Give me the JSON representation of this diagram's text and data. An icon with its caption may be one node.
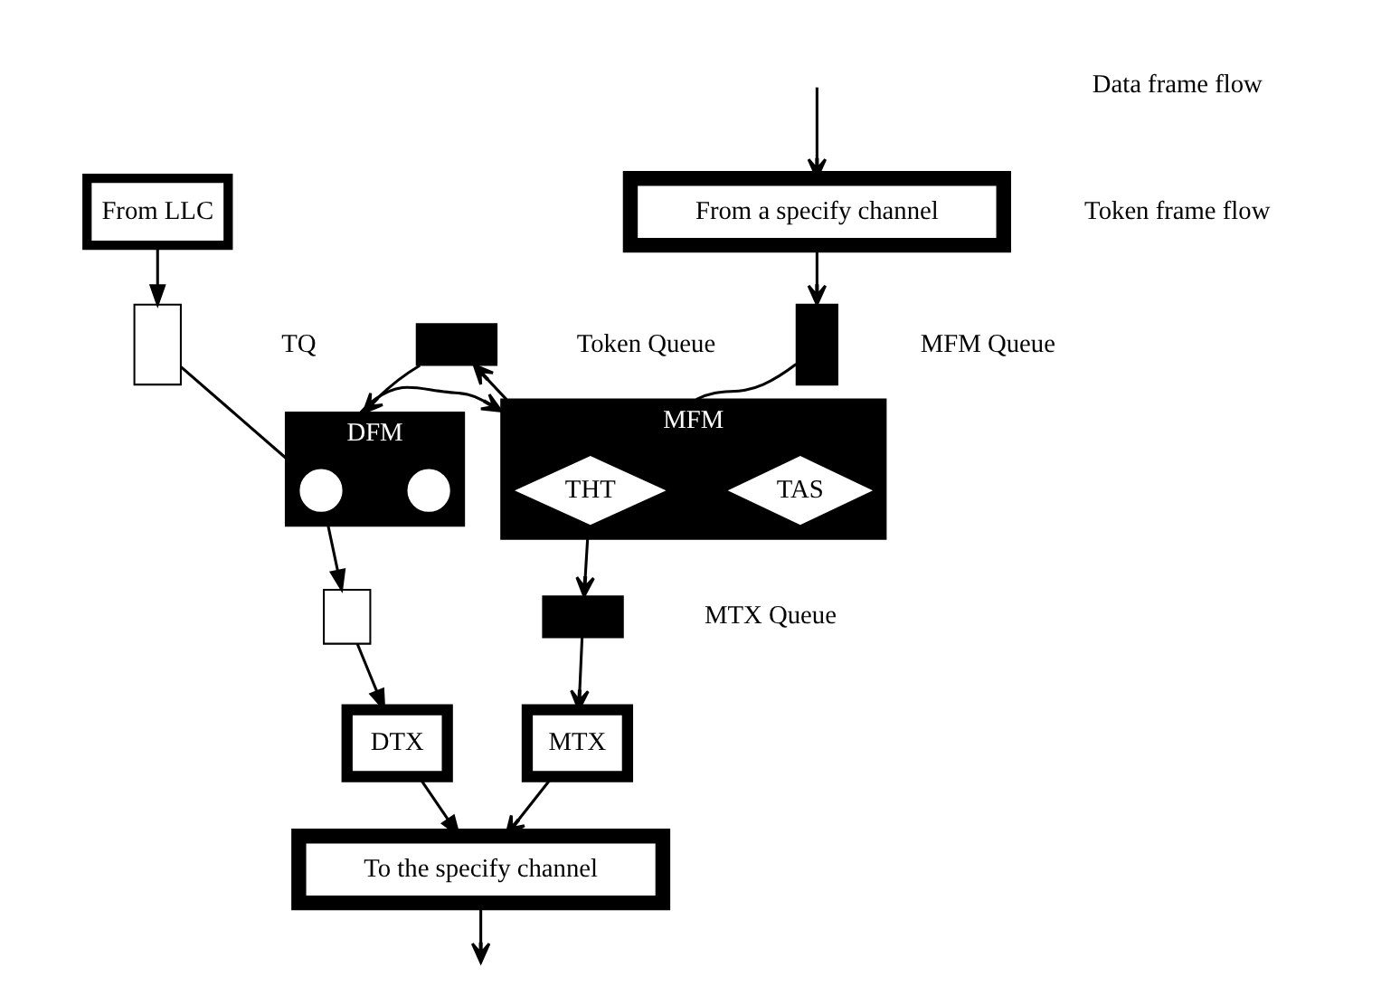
{
  "diagram": {
    "nodes": [
      {
        "text": [
          "From LLC"
        ]
      },
      {
        "text": [],
        "shape": "box",
        "beside": [
          "TQ"
        ]
      },
      {
        "text": [
          "DFM"
        ]
      },
      {
        "text": [],
        "shape": "circle",
        "in": 2
      },
      {
        "text": [],
        "shape": "circle",
        "in": 2
      },
      {
        "text": [],
        "shape": "box",
        "beside": [
          "Token Queue"
        ]
      },
      {
        "text": [
          "MFM"
        ]
      },
      {
        "text": [
          "TAS"
        ],
        "in": 6
      },
      {
        "text": [
          "THT"
        ],
        "in": 6
      },
      {
        "text": [],
        "shape": "box"
      },
      {
        "text": [
          "DTX"
        ]
      },
      {
        "text": [
          "MTX"
        ]
      },
      {
        "text": [],
        "shape": "box",
        "beside": [
          "MTX Queue"
        ]
      },
      {
        "text": [],
        "shape": "box",
        "beside": [
          "MFM Queue"
        ]
      },
      {
        "text": [
          "To the specify channel"
        ]
      },
      {
        "text": [
          "From a specify channel"
        ]
      }
    ],
    "edges": [
      {
        "from": 0,
        "to": 1,
        "arrow": "to"
      },
      {
        "from": 1,
        "to": 2,
        "arrow": "none"
      },
      {
        "from": 6,
        "to": 5,
        "arrow": "to"
      },
      {
        "from": 5,
        "to": 2,
        "arrow": "to"
      },
      {
        "from": 2,
        "to": 6,
        "arrow": "to"
      },
      {
        "from": 2,
        "to": 9,
        "arrow": "to"
      },
      {
        "from": 9,
        "to": 10,
        "arrow": "to"
      },
      {
        "from": 10,
        "to": 14,
        "arrow": "to"
      },
      {
        "from": 6,
        "to": 12,
        "arrow": "to"
      },
      {
        "from": 12,
        "to": 11,
        "arrow": "to"
      },
      {
        "from": 11,
        "to": 14,
        "arrow": "to"
      },
      {
        "from": 15,
        "to": 13,
        "arrow": "to"
      },
      {
        "from": 13,
        "to": 6,
        "arrow": "none"
      },
      {
        "from": 14,
        "to": null,
        "arrow": "to"
      },
      {
        "from": null,
        "to": 15,
        "arrow": "to"
      }
    ],
    "legend": [
      {
        "text": "Data frame flow"
      },
      {
        "text": "Token frame flow"
      }
    ]
  }
}
